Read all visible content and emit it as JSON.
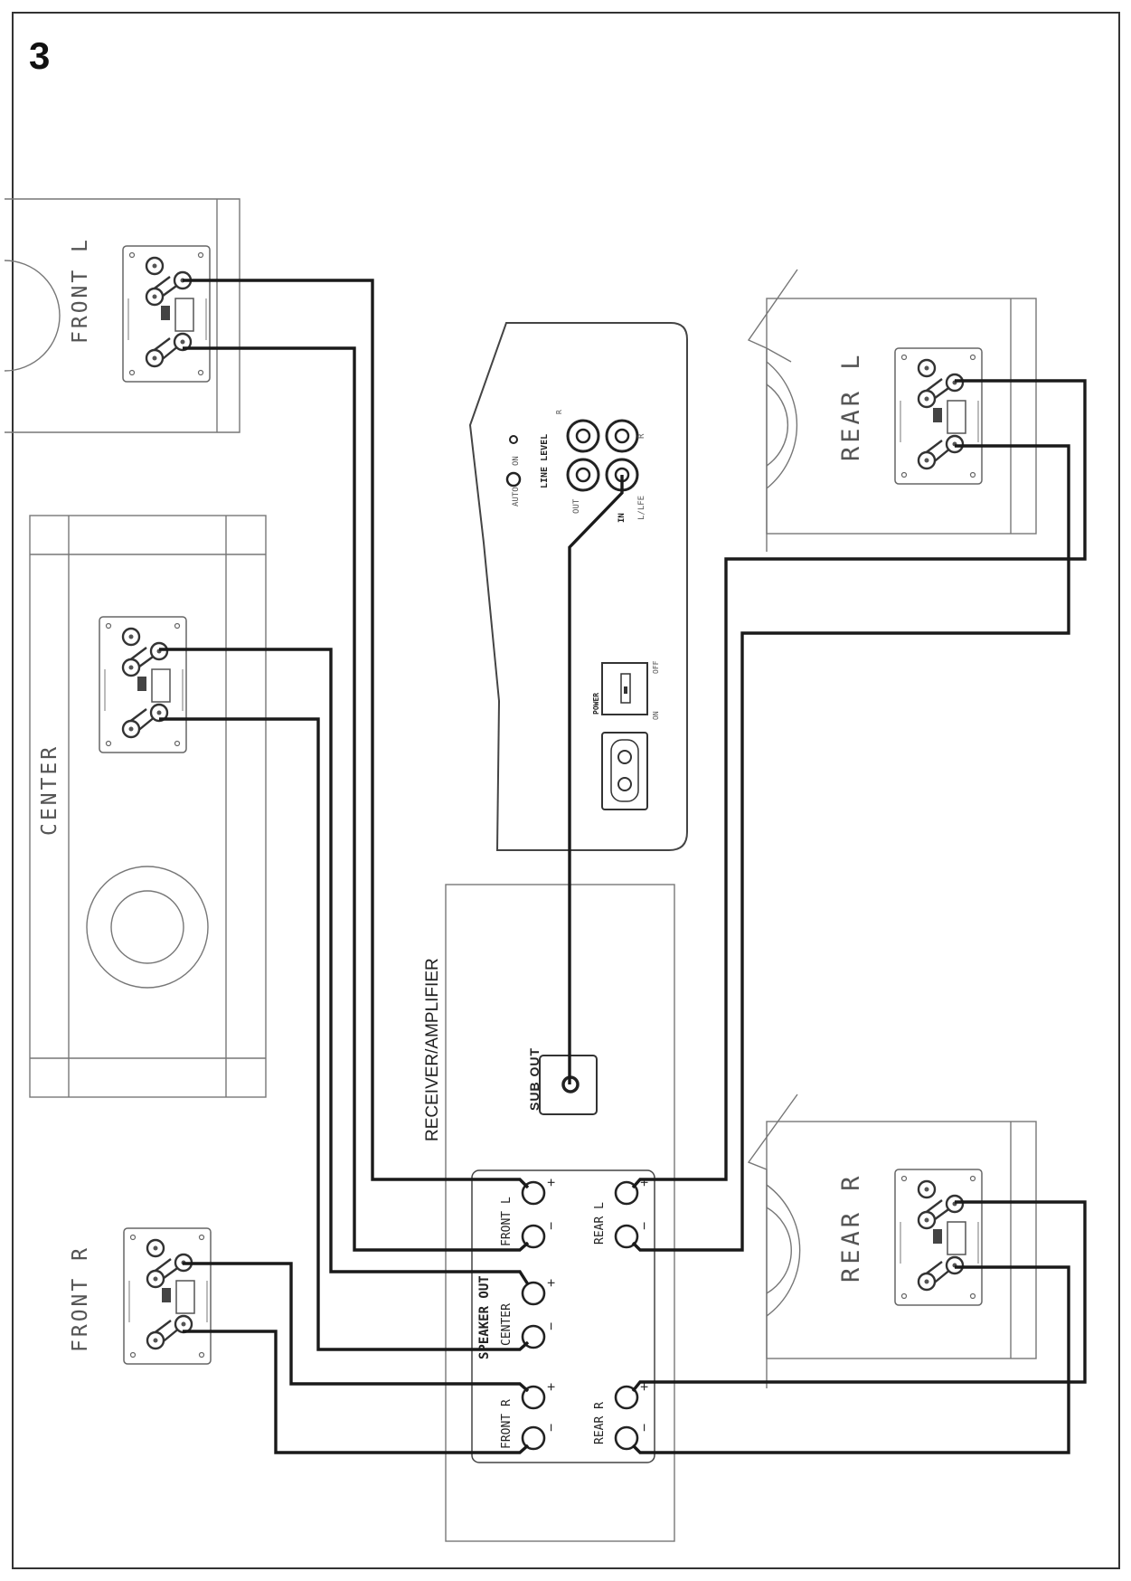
{
  "figure": {
    "number": "3"
  },
  "speakers": {
    "front_l": {
      "label": "FRONT L"
    },
    "center": {
      "label": "CENTER"
    },
    "front_r": {
      "label": "FRONT R"
    },
    "rear_l": {
      "label": "REAR L"
    },
    "rear_r": {
      "label": "REAR R"
    }
  },
  "subwoofer": {
    "line_level": "LINE LEVEL",
    "auto": "AUTO",
    "on": "ON",
    "out": "OUT",
    "in": "IN",
    "lfe": "L/LFE",
    "r": "R",
    "l": "L",
    "power": "POWER",
    "power_on": "ON",
    "power_off": "OFF"
  },
  "receiver": {
    "title": "RECEIVER/AMPLIFIER",
    "sub_out": "SUB OUT",
    "speaker_out": "SPEAKER OUT",
    "front_l": "FRONT L",
    "front_r": "FRONT R",
    "center": "CENTER",
    "rear_l": "REAR L",
    "rear_r": "REAR R",
    "plus": "+",
    "minus": "−"
  }
}
